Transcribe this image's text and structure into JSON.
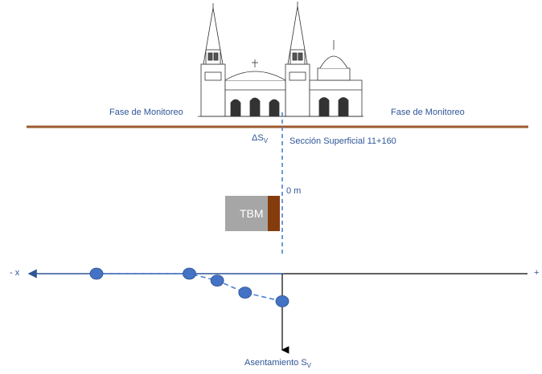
{
  "labels": {
    "fase_left": "Fase de Monitoreo",
    "fase_right": "Fase de Monitoreo",
    "delta_s": "ΔS",
    "delta_s_sub": "V",
    "seccion": "Sección Superficial 11+160",
    "zero_m": "0 m",
    "tbm": "TBM",
    "axis_neg": "- x",
    "axis_pos": "+",
    "asentamiento": "Asentamiento S",
    "asentamiento_sub": "V"
  },
  "icons": {
    "building": "cathedral-illustration"
  },
  "colors": {
    "ground_line": "#9c5b2e",
    "dashed": "#4a7fd1",
    "point_fill": "#4472c4",
    "point_stroke": "#2f528f",
    "tbm_body": "#a6a6a6",
    "tbm_head": "#843c0c",
    "axis": "#000000",
    "label": "#2f5597"
  },
  "settlement_points": [
    {
      "x": -6,
      "y": 0
    },
    {
      "x": -3,
      "y": 0
    },
    {
      "x": -2.1,
      "y": 0.2
    },
    {
      "x": -1.2,
      "y": 0.55
    },
    {
      "x": 0,
      "y": 0.8
    }
  ]
}
